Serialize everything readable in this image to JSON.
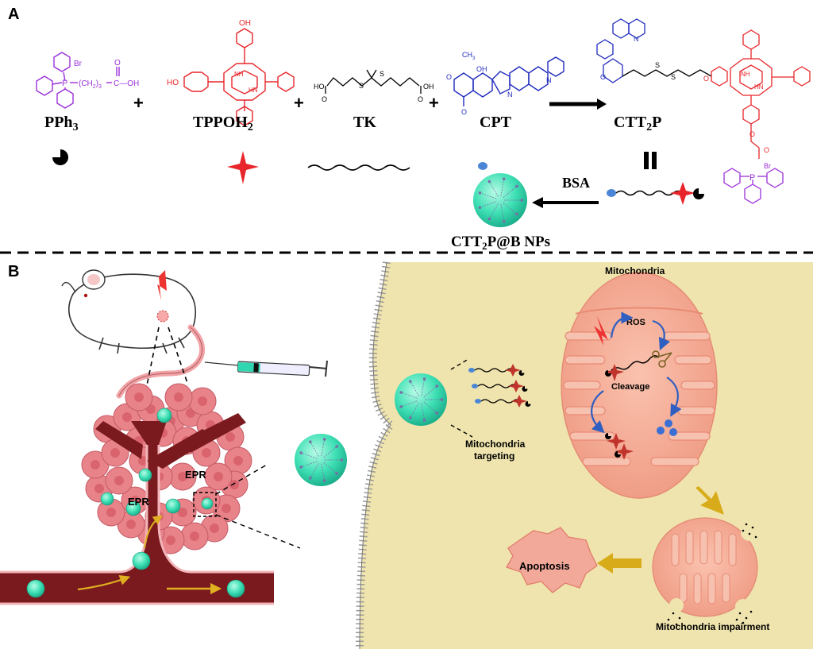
{
  "panel_a": {
    "label": "A",
    "reagents": [
      {
        "name": "PPh",
        "sub": "3"
      },
      {
        "name": "TPPOH",
        "sub": "2"
      },
      {
        "name": "TK",
        "sub": ""
      },
      {
        "name": "CPT",
        "sub": ""
      }
    ],
    "product": {
      "name": "CTT",
      "sub": "2",
      "suffix": "P"
    },
    "nanoparticle": {
      "pre": "CTT",
      "sub": "2",
      "post": "P@B NPs"
    },
    "bsa_label": "BSA",
    "plus": "+",
    "chem": {
      "br": "Br",
      "chain": "(CH",
      "chain_sub": "2",
      "chain_end": ")",
      "chain_sub2": "3",
      "cooh": "C—OH",
      "o": "O",
      "ho": "HO",
      "oh": "OH",
      "nh": "NH",
      "hn": "HN",
      "n": "N",
      "s": "S",
      "ch3": "CH",
      "ch3_sub": "3",
      "p": "P"
    }
  },
  "panel_b": {
    "label": "B",
    "epr1": "EPR",
    "epr2": "EPR",
    "mito_title": "Mitochondria",
    "ros": "ROS",
    "cleavage": "Cleavage",
    "targeting_line1": "Mitochondria",
    "targeting_line2": "targeting",
    "apoptosis": "Apoptosis",
    "impairment": "Mitochondria impairment"
  },
  "colors": {
    "pph3": "#9b30d9",
    "tppoh2": "#e8252a",
    "cpt": "#1f2bbd",
    "nanoparticle": "#3fe0b5",
    "cell": "#efe4ad",
    "mito": "#f0a48e",
    "arrow_gold": "#d8ab1b",
    "vessel": "#7a1a1f",
    "tumor": "#e9838a",
    "mouse_tail": "#f2a3a6"
  }
}
